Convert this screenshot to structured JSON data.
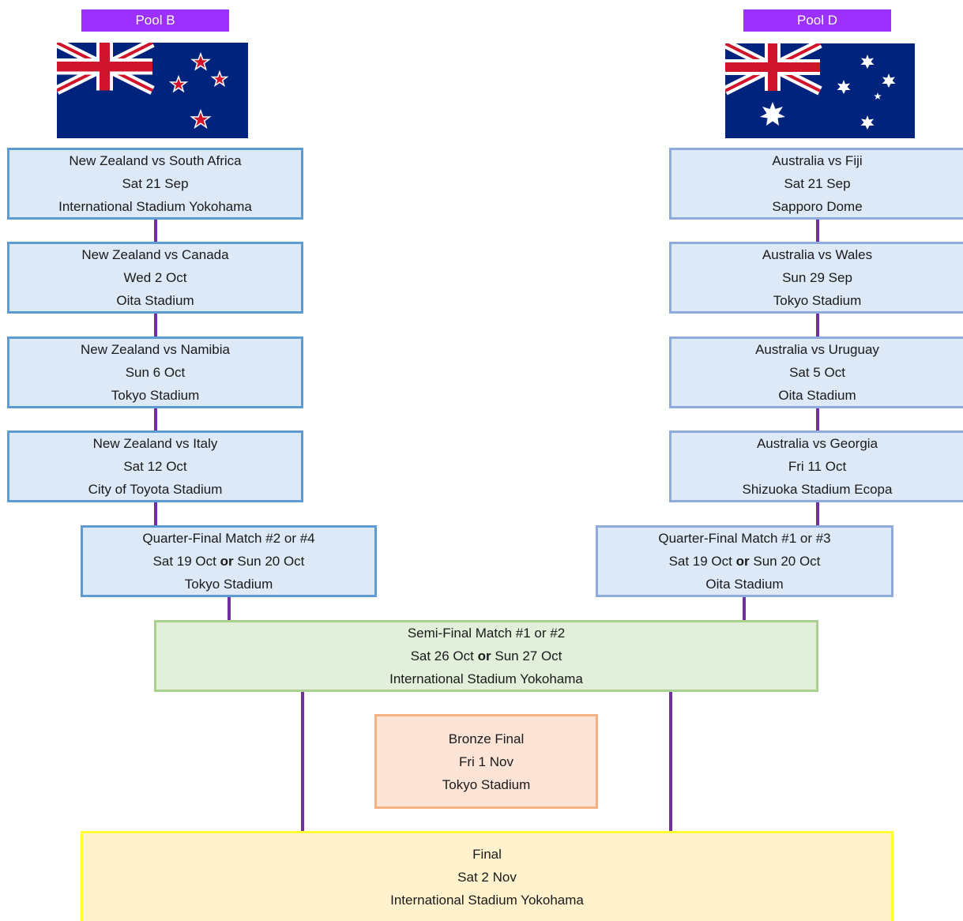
{
  "pools": {
    "left": {
      "label": "Pool B",
      "flag": "new-zealand-flag"
    },
    "right": {
      "label": "Pool D",
      "flag": "australia-flag"
    }
  },
  "left_matches": [
    {
      "teams": "New Zealand vs South Africa",
      "date": "Sat 21 Sep",
      "venue": "International Stadium Yokohama"
    },
    {
      "teams": "New Zealand vs Canada",
      "date": "Wed 2 Oct",
      "venue": "Oita Stadium"
    },
    {
      "teams": "New Zealand vs Namibia",
      "date": "Sun 6 Oct",
      "venue": "Tokyo Stadium"
    },
    {
      "teams": "New Zealand vs Italy",
      "date": "Sat 12 Oct",
      "venue": "City of Toyota Stadium"
    }
  ],
  "right_matches": [
    {
      "teams": "Australia vs Fiji",
      "date": "Sat 21 Sep",
      "venue": "Sapporo Dome"
    },
    {
      "teams": "Australia vs Wales",
      "date": "Sun 29 Sep",
      "venue": "Tokyo Stadium"
    },
    {
      "teams": "Australia vs Uruguay",
      "date": "Sat 5 Oct",
      "venue": "Oita Stadium"
    },
    {
      "teams": "Australia vs Georgia",
      "date": "Fri 11 Oct",
      "venue": "Shizuoka Stadium Ecopa"
    }
  ],
  "quarter_left": {
    "title": "Quarter-Final Match #2 or #4",
    "date_a": "Sat 19 Oct",
    "or": "or",
    "date_b": "Sun 20 Oct",
    "venue": "Tokyo Stadium"
  },
  "quarter_right": {
    "title": "Quarter-Final Match #1 or #3",
    "date_a": "Sat 19 Oct",
    "or": "or",
    "date_b": "Sun 20 Oct",
    "venue": "Oita Stadium"
  },
  "semi": {
    "title": "Semi-Final Match #1 or #2",
    "date_a": "Sat 26 Oct",
    "or": "or",
    "date_b": "Sun 27 Oct",
    "venue": "International Stadium Yokohama"
  },
  "bronze": {
    "title": "Bronze Final",
    "date": "Fri 1 Nov",
    "venue": "Tokyo Stadium"
  },
  "final": {
    "title": "Final",
    "date": "Sat 2 Nov",
    "venue": "International Stadium Yokohama"
  },
  "colors": {
    "connector": "#7030a0",
    "pool_label_bg": "#9b30ff",
    "group_box": "#dde9f6",
    "semi_box": "#e2efda",
    "bronze_box": "#fbe3d6",
    "final_box": "#fff2cc"
  }
}
